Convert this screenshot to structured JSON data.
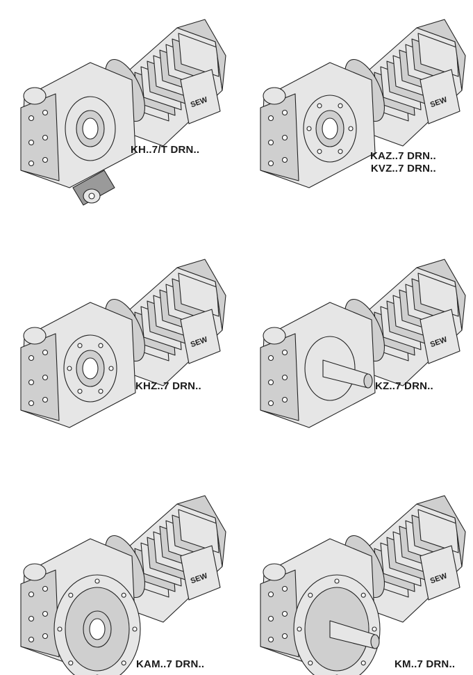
{
  "items": [
    {
      "id": "kh-t",
      "lines": [
        "KH..7/T DRN.."
      ],
      "output": "shaft-hollow-torque-arm",
      "brand": "SEW"
    },
    {
      "id": "kaz-kvz",
      "lines": [
        "KAZ..7 DRN..",
        "KVZ..7 DRN.."
      ],
      "output": "hollow-flange-small",
      "brand": "SEW"
    },
    {
      "id": "khz",
      "lines": [
        "KHZ..7 DRN.."
      ],
      "output": "hollow-flange-small",
      "brand": "SEW"
    },
    {
      "id": "kz",
      "lines": [
        "KZ..7 DRN.."
      ],
      "output": "solid-shaft-small-flange",
      "brand": "SEW"
    },
    {
      "id": "kam",
      "lines": [
        "KAM..7 DRN.."
      ],
      "output": "hollow-large-flange",
      "brand": "SEW"
    },
    {
      "id": "km",
      "lines": [
        "KM..7 DRN.."
      ],
      "output": "solid-shaft-large-flange",
      "brand": "SEW"
    }
  ],
  "colors": {
    "line": "#222222",
    "body": "#e6e6e6",
    "shade": "#cfcfcf",
    "dark": "#9a9a9a"
  }
}
